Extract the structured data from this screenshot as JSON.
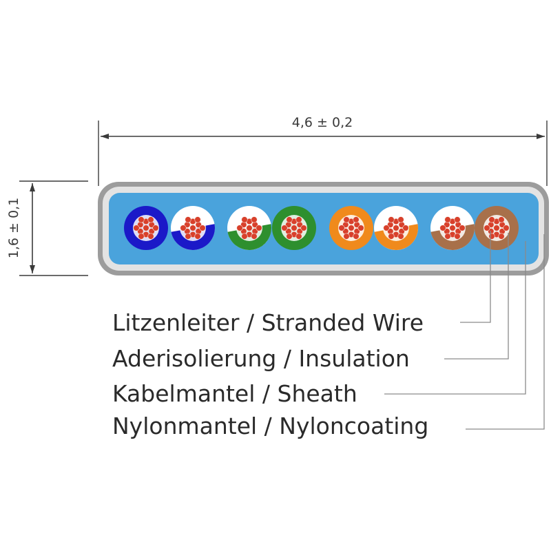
{
  "dimensions": {
    "width_label": "4,6 ± 0,2",
    "height_label": "1,6 ± 0,1"
  },
  "labels": [
    "Litzenleiter / Stranded Wire",
    "Aderisolierung / Insulation",
    "Kabelmantel / Sheath",
    "Nylonmantel / Nyloncoating"
  ],
  "colors": {
    "nylon_coating": "#9c9c9c",
    "sheath": "#4aa3dc",
    "copper": "#d8402b",
    "wire_colors": [
      "#1b19c8",
      "#2e8f2e",
      "#f08a1c",
      "#a8704a"
    ],
    "white": "#ffffff"
  },
  "wires": [
    {
      "color": "blue",
      "striped": false
    },
    {
      "color": "blue",
      "striped": true
    },
    {
      "color": "green",
      "striped": true
    },
    {
      "color": "green",
      "striped": false
    },
    {
      "color": "orange",
      "striped": false
    },
    {
      "color": "orange",
      "striped": true
    },
    {
      "color": "brown",
      "striped": true
    },
    {
      "color": "brown",
      "striped": false
    }
  ]
}
